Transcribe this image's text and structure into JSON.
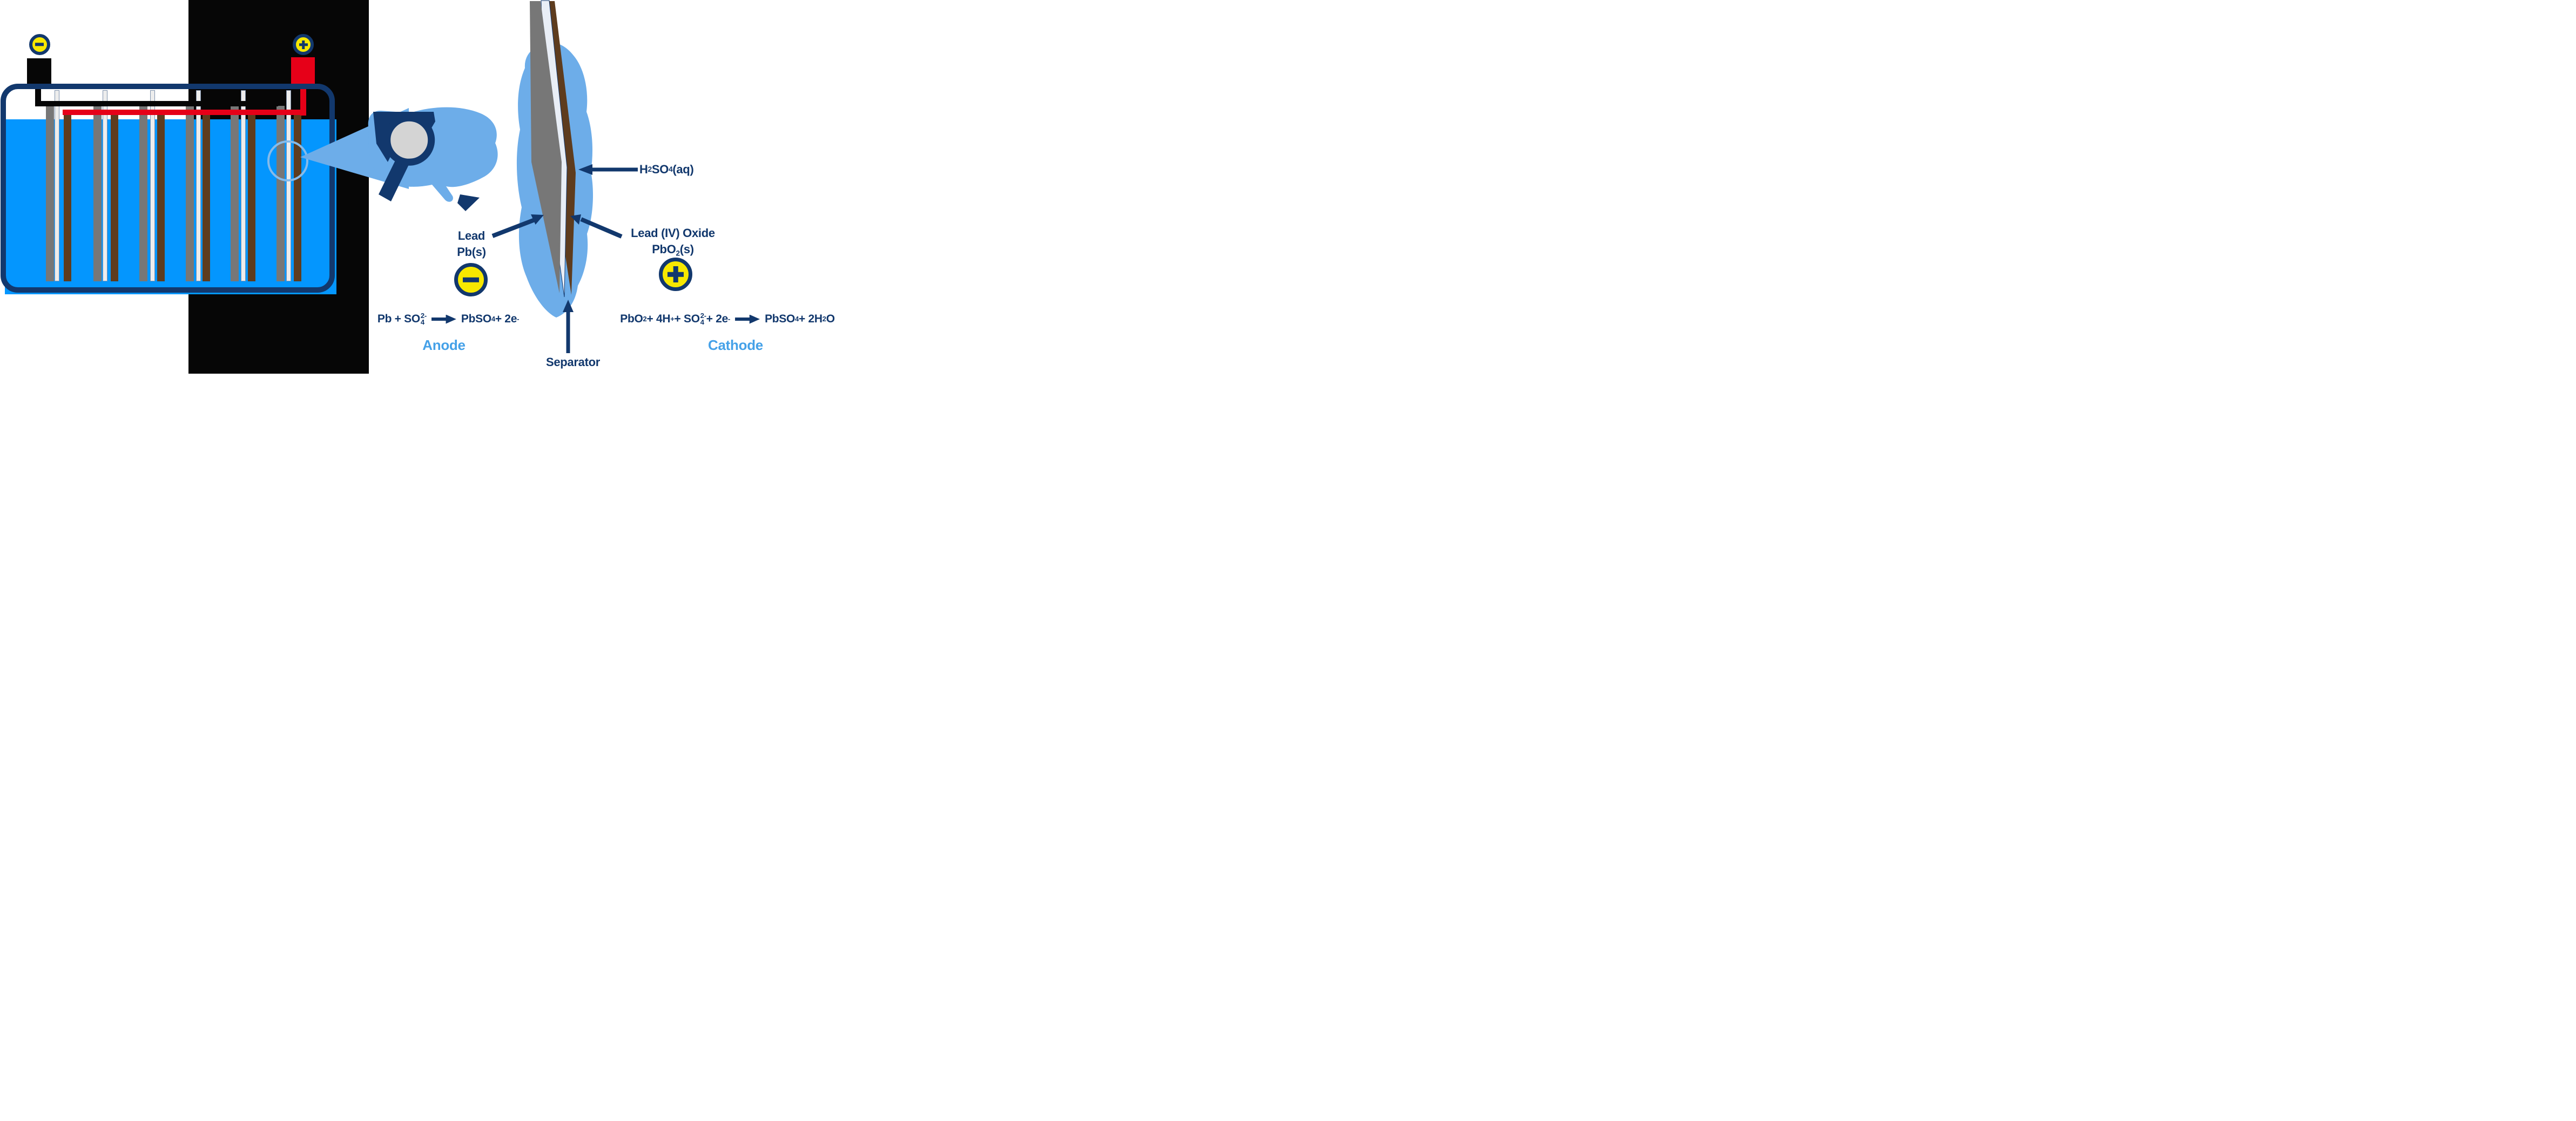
{
  "colors": {
    "navy": "#12386d",
    "black": "#060606",
    "red": "#e60018",
    "electrolyte": "#0496fe",
    "callout": "#6dade9",
    "accent": "#45a1e8",
    "ring": "#85bbea",
    "yellow": "#f7e800",
    "gray": "#777777",
    "brown": "#5e3c1e",
    "sepwhite": "#ededed",
    "sepwhite2": "#e9eef6",
    "lens": "#d4d4d4"
  },
  "battery": {
    "negative_symbol": "−",
    "positive_symbol": "+"
  },
  "closeup": {
    "electrolyte_label": [
      {
        "t": "H"
      },
      {
        "sub": "2"
      },
      {
        "t": "SO"
      },
      {
        "sub": "4"
      },
      {
        "t": "(aq)"
      }
    ],
    "anode_name": "Lead",
    "anode_formula": [
      {
        "t": "Pb(s)"
      }
    ],
    "cathode_name": "Lead (IV) Oxide",
    "cathode_formula": [
      {
        "t": "PbO"
      },
      {
        "sub": "2"
      },
      {
        "t": "(s)"
      }
    ],
    "separator_label": "Separator",
    "minus_symbol": "−",
    "plus_symbol": "+"
  },
  "reactions": {
    "anode_label": "Anode",
    "cathode_label": "Cathode",
    "anode_equation": [
      {
        "t": "Pb + SO"
      },
      {
        "stack": {
          "sup": "2-",
          "sub": "4"
        }
      },
      {
        "arrow": true
      },
      {
        "t": "PbSO"
      },
      {
        "sub": "4"
      },
      {
        "t": " + 2e"
      },
      {
        "sup": "-"
      }
    ],
    "cathode_equation": [
      {
        "t": "PbO"
      },
      {
        "sub": "2"
      },
      {
        "t": " + 4H"
      },
      {
        "sup": "+"
      },
      {
        "t": " + SO"
      },
      {
        "stack": {
          "sup": "2-",
          "sub": "4"
        }
      },
      {
        "t": " + 2e"
      },
      {
        "sup": "-"
      },
      {
        "arrow": true
      },
      {
        "t": "PbSO"
      },
      {
        "sub": "4"
      },
      {
        "t": " + 2H"
      },
      {
        "sub": "2"
      },
      {
        "t": "O"
      }
    ]
  }
}
